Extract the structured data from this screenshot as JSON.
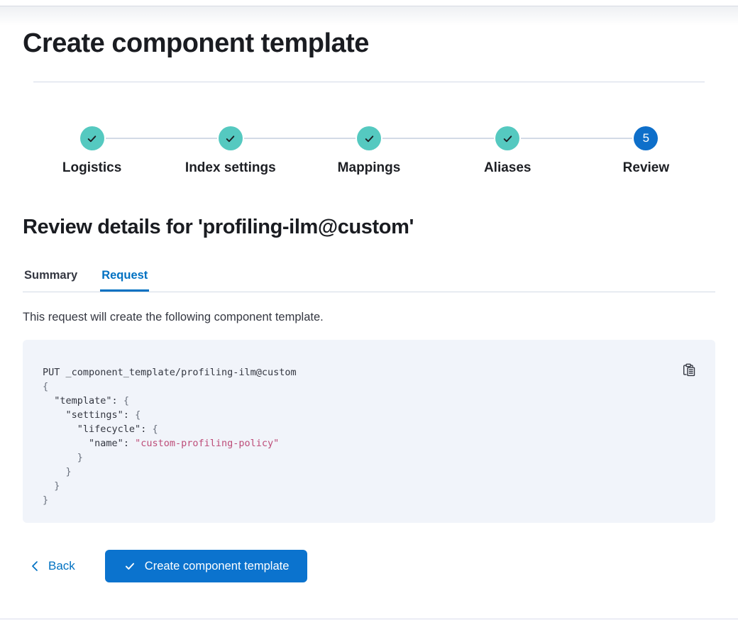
{
  "page": {
    "title": "Create component template"
  },
  "colors": {
    "step_complete": "#55c9c0",
    "step_current": "#0e6fca",
    "primary": "#0b73ce",
    "link": "#0071c2",
    "code_bg": "#f1f4fa",
    "code_string": "#bd4c78"
  },
  "stepper": {
    "steps": [
      {
        "label": "Logistics",
        "status": "complete"
      },
      {
        "label": "Index settings",
        "status": "complete"
      },
      {
        "label": "Mappings",
        "status": "complete"
      },
      {
        "label": "Aliases",
        "status": "complete"
      },
      {
        "label": "Review",
        "status": "current",
        "number": "5"
      }
    ]
  },
  "review": {
    "heading": "Review details for 'profiling-ilm@custom'",
    "tabs": [
      {
        "label": "Summary",
        "active": false
      },
      {
        "label": "Request",
        "active": true
      }
    ],
    "description": "This request will create the following component template."
  },
  "code": {
    "lines": [
      [
        {
          "t": "PUT _component_template/profiling-ilm@custom",
          "y": "plain"
        }
      ],
      [
        {
          "t": "{",
          "y": "punct"
        }
      ],
      [
        {
          "t": "  ",
          "y": "plain"
        },
        {
          "t": "\"template\"",
          "y": "key"
        },
        {
          "t": ": ",
          "y": "plain"
        },
        {
          "t": "{",
          "y": "punct"
        }
      ],
      [
        {
          "t": "    ",
          "y": "plain"
        },
        {
          "t": "\"settings\"",
          "y": "key"
        },
        {
          "t": ": ",
          "y": "plain"
        },
        {
          "t": "{",
          "y": "punct"
        }
      ],
      [
        {
          "t": "      ",
          "y": "plain"
        },
        {
          "t": "\"lifecycle\"",
          "y": "key"
        },
        {
          "t": ": ",
          "y": "plain"
        },
        {
          "t": "{",
          "y": "punct"
        }
      ],
      [
        {
          "t": "        ",
          "y": "plain"
        },
        {
          "t": "\"name\"",
          "y": "key"
        },
        {
          "t": ": ",
          "y": "plain"
        },
        {
          "t": "\"custom-profiling-policy\"",
          "y": "str"
        }
      ],
      [
        {
          "t": "      }",
          "y": "punct"
        }
      ],
      [
        {
          "t": "    }",
          "y": "punct"
        }
      ],
      [
        {
          "t": "  }",
          "y": "punct"
        }
      ],
      [
        {
          "t": "}",
          "y": "punct"
        }
      ]
    ]
  },
  "footer": {
    "back_label": "Back",
    "create_label": "Create component template"
  }
}
